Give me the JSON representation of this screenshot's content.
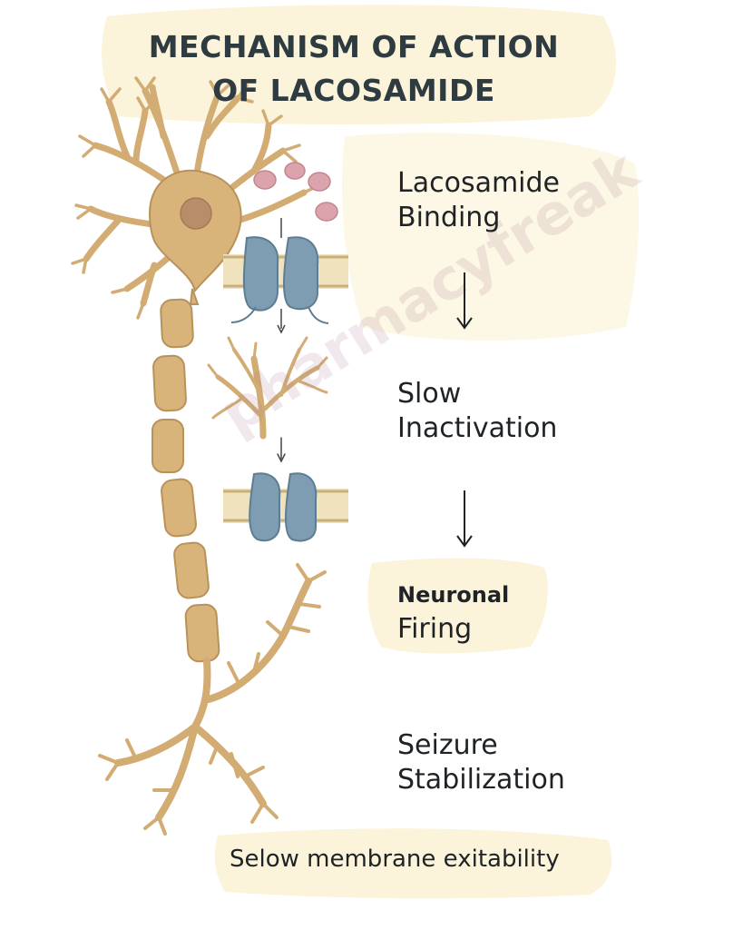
{
  "title": {
    "line1": "MECHANISM OF ACTION",
    "line2": "OF LACOSAMIDE"
  },
  "steps": [
    {
      "line1": "Lacosamide",
      "line2": "Binding"
    },
    {
      "line1": "Slow",
      "line2": "Inactivation"
    },
    {
      "line1": "Neuronal",
      "line2": "Firing"
    },
    {
      "line1": "Seizure",
      "line2": "Stabilization"
    }
  ],
  "footer": "Selow  membrane exitability",
  "watermark": "pharmacyfreak",
  "arrows": [
    "↓",
    "↓"
  ],
  "icons": [
    "neuron-icon",
    "drug-molecule-icon",
    "sodium-channel-icon",
    "dendrite-icon",
    "down-arrow-icon"
  ],
  "colors": {
    "neuron": "#d9b47a",
    "neuron_stroke": "#b8925a",
    "channel": "#7f9db2",
    "membrane": "#efe2bd",
    "molecule": "#dba3ab",
    "highlight": "#fbf3d6",
    "text": "#1f2326",
    "title": "#2e3b40"
  }
}
